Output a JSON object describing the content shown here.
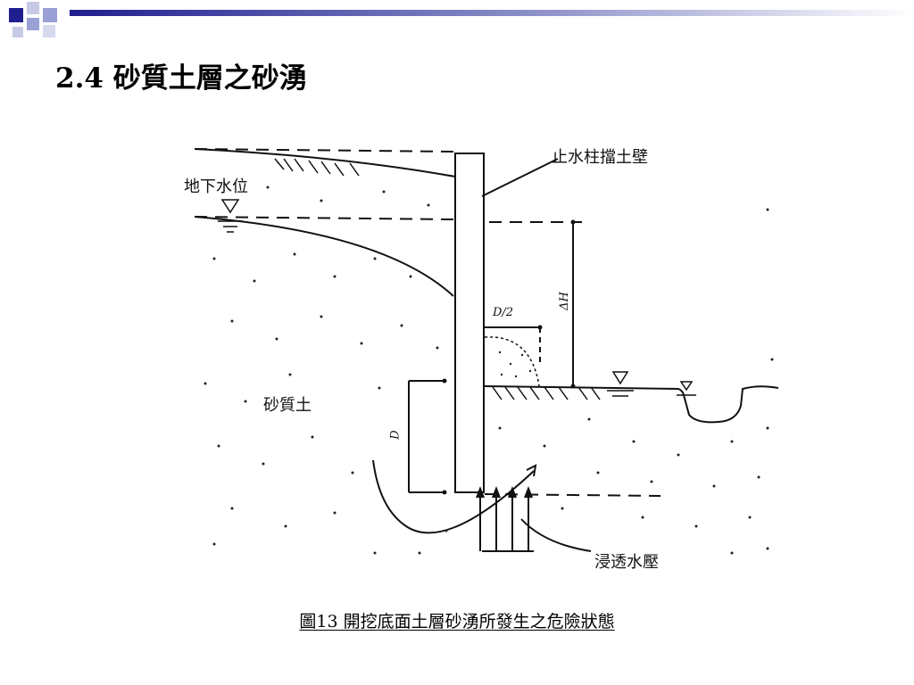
{
  "title": "2.4 砂質土層之砂湧",
  "diagram": {
    "labels": {
      "wall": "止水柱擋土壁",
      "groundwater": "地下水位",
      "d_half": "D/2",
      "delta_h": "ΔH",
      "sandy_soil": "砂質土",
      "d": "D",
      "seepage_pressure": "浸透水壓"
    }
  },
  "caption": "圖13 開挖底面土層砂湧所發生之危險狀態",
  "colors": {
    "accent": "#1f1f8f",
    "accent_light": "#9aa0d6"
  }
}
